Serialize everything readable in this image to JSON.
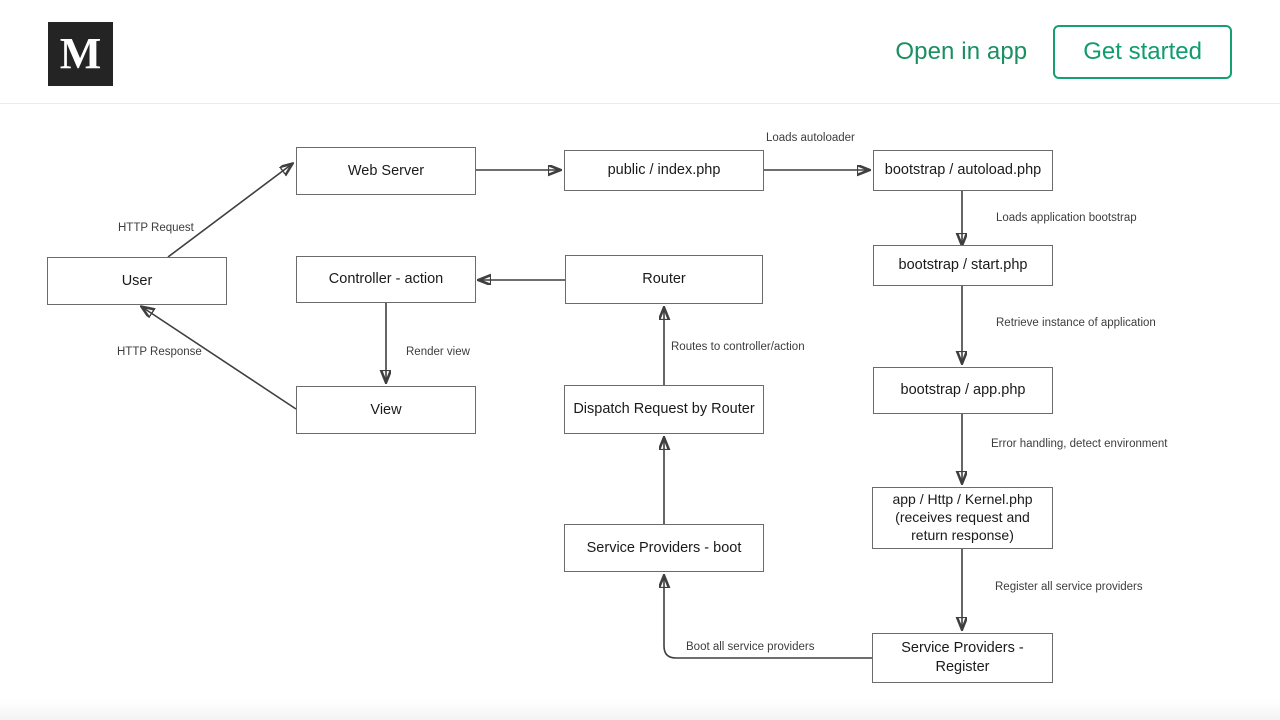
{
  "header": {
    "logo_letter": "M",
    "open_in_app_label": "Open in app",
    "get_started_label": "Get started",
    "accent_color": "#1a8f60",
    "logo_bg_color": "#242424"
  },
  "diagram": {
    "title": "Laravel request lifecycle flowchart",
    "nodes": [
      {
        "id": "user",
        "label": "User"
      },
      {
        "id": "web-server",
        "label": "Web Server"
      },
      {
        "id": "index-php",
        "label": "public / index.php"
      },
      {
        "id": "autoload-php",
        "label": "bootstrap / autoload.php"
      },
      {
        "id": "start-php",
        "label": "bootstrap / start.php"
      },
      {
        "id": "app-php",
        "label": "bootstrap / app.php"
      },
      {
        "id": "kernel-php",
        "label": "app / Http / Kernel.php\n(receives request and return response)"
      },
      {
        "id": "providers-register",
        "label": "Service Providers -\nRegister"
      },
      {
        "id": "providers-boot",
        "label": "Service Providers - boot"
      },
      {
        "id": "dispatch",
        "label": "Dispatch Request by Router"
      },
      {
        "id": "router",
        "label": "Router"
      },
      {
        "id": "controller",
        "label": "Controller - action"
      },
      {
        "id": "view",
        "label": "View"
      }
    ],
    "edge_labels": [
      {
        "id": "http-request",
        "text": "HTTP Request"
      },
      {
        "id": "http-response",
        "text": "HTTP Response"
      },
      {
        "id": "loads-autoloader",
        "text": "Loads autoloader"
      },
      {
        "id": "loads-app-bootstrap",
        "text": "Loads application bootstrap"
      },
      {
        "id": "retrieve-instance",
        "text": "Retrieve instance of application"
      },
      {
        "id": "error-handling",
        "text": "Error handling, detect environment"
      },
      {
        "id": "register-providers",
        "text": "Register all service providers"
      },
      {
        "id": "boot-providers",
        "text": "Boot all service providers"
      },
      {
        "id": "routes-to-controller",
        "text": "Routes to controller/action"
      },
      {
        "id": "render-view",
        "text": "Render view"
      }
    ]
  }
}
